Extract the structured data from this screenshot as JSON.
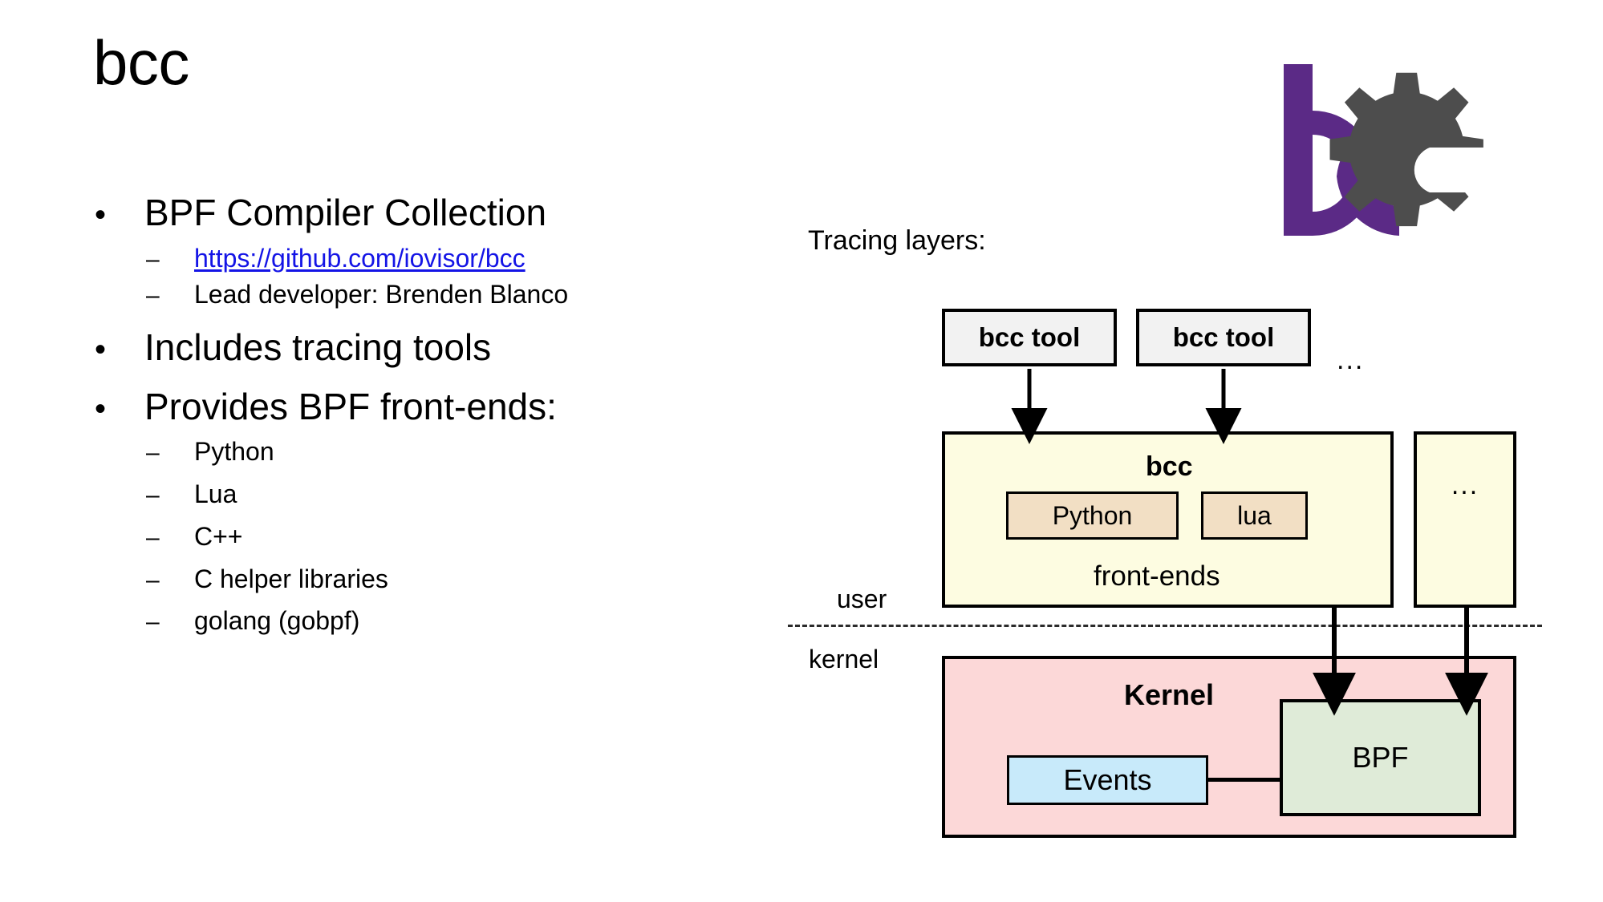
{
  "slide": {
    "title": "bcc",
    "background_color": "#ffffff"
  },
  "bullets": [
    {
      "level": 1,
      "marker": "•",
      "text": "BPF Compiler Collection",
      "children": [
        {
          "level": 2,
          "marker": "–",
          "text": "https://github.com/iovisor/bcc",
          "is_link": true,
          "link_color": "#1414e6"
        },
        {
          "level": 2,
          "marker": "–",
          "text": "Lead developer: Brenden Blanco",
          "is_link": false
        }
      ]
    },
    {
      "level": 1,
      "marker": "•",
      "text": "Includes tracing tools",
      "children": []
    },
    {
      "level": 1,
      "marker": "•",
      "text": "Provides BPF front-ends:",
      "children": [
        {
          "level": 2,
          "marker": "–",
          "text": "Python",
          "is_link": false
        },
        {
          "level": 2,
          "marker": "–",
          "text": "Lua",
          "is_link": false
        },
        {
          "level": 2,
          "marker": "–",
          "text": "C++",
          "is_link": false
        },
        {
          "level": 2,
          "marker": "–",
          "text": "C helper libraries",
          "is_link": false
        },
        {
          "level": 2,
          "marker": "–",
          "text": "golang (gobpf)",
          "is_link": false
        }
      ]
    }
  ],
  "logo": {
    "name": "bcc-logo",
    "letter_color": "#5b2a86",
    "gear_color": "#4d4d4d",
    "alt": "bcc logo: purple b and c with gear-shaped c"
  },
  "diagram": {
    "caption": "Tracing layers:",
    "boundary": {
      "user_label": "user",
      "kernel_label": "kernel",
      "divider_style": "dashed"
    },
    "tools": [
      {
        "label": "bcc tool",
        "fill": "#f2f2f2"
      },
      {
        "label": "bcc tool",
        "fill": "#f2f2f2"
      }
    ],
    "tools_more": "...",
    "bcc_box": {
      "title": "bcc",
      "subtitle": "front-ends",
      "fill": "#fdfce1",
      "frontends": [
        {
          "label": "Python",
          "fill": "#f2dfc4"
        },
        {
          "label": "lua",
          "fill": "#f2dfc4"
        }
      ]
    },
    "other_box": {
      "label": "...",
      "fill": "#fdfce1"
    },
    "kernel_box": {
      "title": "Kernel",
      "fill": "#fcd8d8",
      "events": {
        "label": "Events",
        "fill": "#c8eafa"
      },
      "bpf": {
        "label": "BPF",
        "fill": "#dfebd8"
      }
    }
  }
}
